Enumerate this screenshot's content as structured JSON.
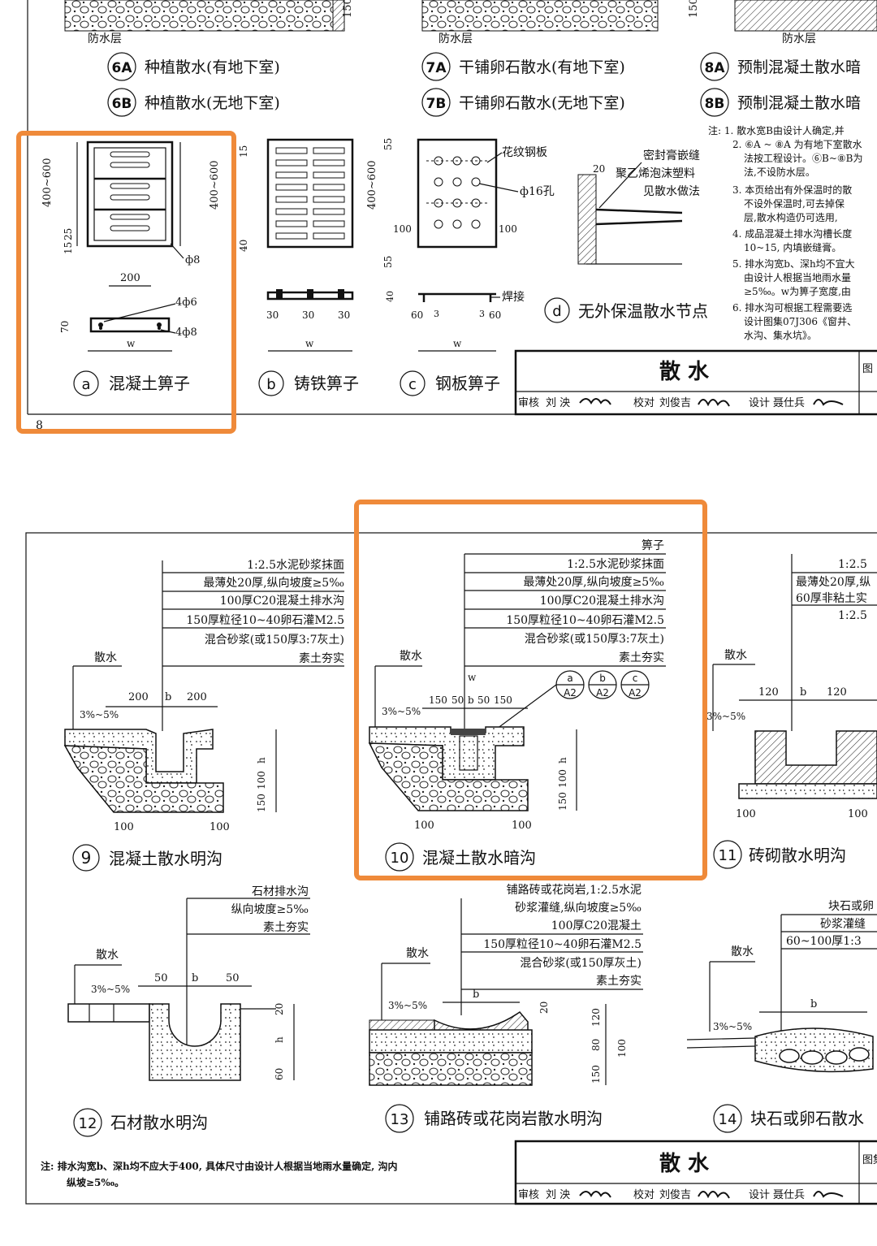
{
  "top_sheet": {
    "waterproof_label": "防水层",
    "details": [
      {
        "id": "6A",
        "name": "种植散水(有地下室)"
      },
      {
        "id": "6B",
        "name": "种植散水(无地下室)"
      },
      {
        "id": "7A",
        "name": "干铺卵石散水(有地下室)"
      },
      {
        "id": "7B",
        "name": "干铺卵石散水(无地下室)"
      },
      {
        "id": "8A",
        "name": "预制混凝土散水暗"
      },
      {
        "id": "8B",
        "name": "预制混凝土散水暗"
      }
    ],
    "dim_150": "150",
    "notes": [
      "注: 1. 散水宽B由设计人确定,并",
      "2. ⑥A ~ ⑧A 为有地下室散水",
      "法按工程设计。⑥B~⑧B为",
      "法,不设防水层。",
      "3. 本页给出有外保温时的散",
      "不设外保温时,可去掉保",
      "层,散水构造仍可选用,",
      "4. 成品混凝土排水沟槽长度",
      "10~15, 内填嵌缝膏。",
      "5. 排水沟宽b、深h均不宜大",
      "由设计人根据当地雨水量",
      "≥5‰。w为箅子宽度,由",
      "6. 排水沟可根据工程需要选",
      "设计图集07J306《窗井、",
      "水沟、集水坑》。"
    ],
    "grates": {
      "a": {
        "letter": "a",
        "name": "混凝土箅子",
        "dim_height": "400~600",
        "dim_200": "200",
        "dim_15": "15",
        "dim_25": "25",
        "phi8": "ф8",
        "rebar1": "4ф6",
        "rebar2": "4ф8",
        "dim_70": "70",
        "w": "w"
      },
      "b": {
        "letter": "b",
        "name": "铸铁箅子",
        "dim_height": "400~600",
        "dim_15": "15",
        "dim_40": "40",
        "dim_30": "30",
        "w": "w"
      },
      "c": {
        "letter": "c",
        "name": "钢板箅子",
        "dim_height": "400~600",
        "dim_55": "55",
        "dim_100": "100",
        "label_plate": "花纹钢板",
        "label_hole": "ф16孔",
        "label_weld": "焊接",
        "dim_40": "40",
        "dim_60": "60",
        "dim_3": "3",
        "w": "w"
      },
      "d": {
        "letter": "d",
        "name": "无外保温散水节点",
        "label_seal": "密封膏嵌缝",
        "label_foam": "聚乙烯泡沫塑料",
        "label_see": "见散水做法",
        "dim_20": "20"
      }
    },
    "title_block": {
      "title": "散  水",
      "atlas": "图",
      "review_label": "审核",
      "reviewer": "刘 泱",
      "check_label": "校对",
      "checker": "刘俊吉",
      "design_label": "设计",
      "designer": "聂仕兵"
    },
    "page_no": "8"
  },
  "bottom_sheet": {
    "sanshui": "散水",
    "slope": "3%~5%",
    "layers_common": [
      "1:2.5水泥砂浆抹面",
      "最薄处20厚,纵向坡度≥5‰",
      "100厚C20混凝土排水沟",
      "150厚粒径10~40卵石灌M2.5",
      "混合砂浆(或150厚3:7灰土)",
      "素土夯实"
    ],
    "grate_label": "箅子",
    "refs": [
      {
        "top": "a",
        "bottom": "A2"
      },
      {
        "top": "b",
        "bottom": "A2"
      },
      {
        "top": "c",
        "bottom": "A2"
      }
    ],
    "detail9": {
      "num": "9",
      "name": "混凝土散水明沟",
      "dim_200": "200",
      "dim_b": "b",
      "dim_100": "100",
      "dim_150": "150",
      "dim_h": "h"
    },
    "detail10": {
      "num": "10",
      "name": "混凝土散水暗沟",
      "dims": [
        "150",
        "50",
        "b",
        "50",
        "150"
      ],
      "dim_w": "w",
      "dim_100": "100",
      "dim_150": "150",
      "dim_h": "h"
    },
    "detail11": {
      "num": "11",
      "name": "砖砌散水明沟",
      "dim_120": "120",
      "dim_b": "b",
      "dim_100": "100",
      "layers": [
        "1:2.5",
        "最薄处20厚,纵",
        "60厚非粘土实",
        "1:2.5"
      ]
    },
    "detail12": {
      "num": "12",
      "name": "石材散水明沟",
      "layers": [
        "石材排水沟",
        "纵向坡度≥5‰",
        "素土夯实"
      ],
      "dim_50": "50",
      "dim_b": "b",
      "dim_20": "20",
      "dim_h": "h",
      "dim_60": "60"
    },
    "detail13": {
      "num": "13",
      "name": "铺路砖或花岗岩散水明沟",
      "layers": [
        "铺路砖或花岗岩,1:2.5水泥",
        "砂浆灌缝,纵向坡度≥5‰",
        "100厚C20混凝土",
        "150厚粒径10~40卵石灌M2.5",
        "混合砂浆(或150厚灰土)",
        "素土夯实"
      ],
      "dim_b": "b",
      "dim_20": "20",
      "dim_120": "120",
      "dim_80": "80",
      "dim_100": "100",
      "dim_150": "150"
    },
    "detail14": {
      "num": "14",
      "name": "块石或卵石散水",
      "layers": [
        "块石或卵",
        "砂浆灌缝",
        "60~100厚1:3"
      ],
      "dim_b": "b"
    },
    "note": [
      "注: 排水沟宽b、深h均不应大于400, 具体尺寸由设计人根据当地雨水量确定, 沟内",
      "纵坡≥5‰。"
    ],
    "title_block": {
      "title": "散  水",
      "atlas": "图集",
      "review_label": "审核",
      "reviewer": "刘 泱",
      "check_label": "校对",
      "checker": "刘俊吉",
      "design_label": "设计",
      "designer": "聂仕兵"
    }
  },
  "highlight_color": "#ef8a3a"
}
